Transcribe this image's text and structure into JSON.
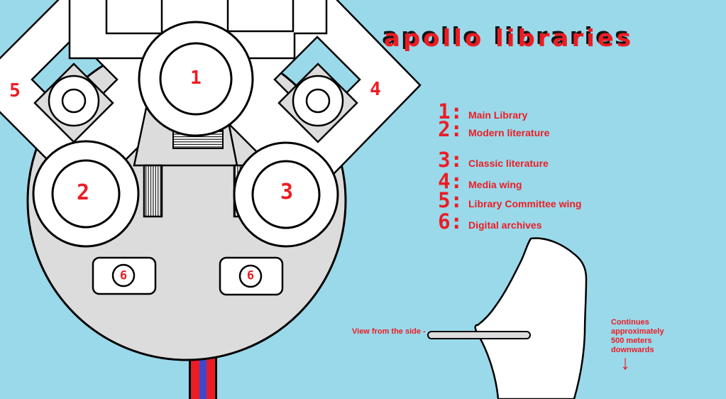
{
  "title": "apollo libraries",
  "colors": {
    "background": "#99d9ea",
    "structure_fill": "#ffffff",
    "disc_fill": "#dcdcdc",
    "outline": "#000000",
    "accent_red": "#ed1c24",
    "shaft_blue": "#3f48cc"
  },
  "map_labels": {
    "main_library": "1",
    "modern_literature": "2",
    "classic_literature": "3",
    "media_wing": "4",
    "committee_wing": "5",
    "digital_archives_left": "6",
    "digital_archives_right": "6"
  },
  "legend": {
    "rows": [
      {
        "num": "1:",
        "label": "Main Library"
      },
      {
        "num": "2:",
        "label": "Modern literature"
      },
      {
        "num": "3:",
        "label": "Classic literature"
      },
      {
        "num": "4:",
        "label": "Media wing"
      },
      {
        "num": "5:",
        "label": "Library Committee wing"
      },
      {
        "num": "6:",
        "label": "Digital archives"
      }
    ]
  },
  "side_view": {
    "caption": "View from the side -",
    "note": "Continues\napproximately\n500 meters\ndownwards",
    "arrow": "↓"
  }
}
